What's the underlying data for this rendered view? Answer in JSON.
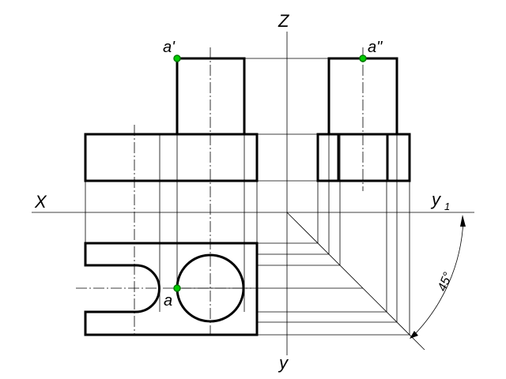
{
  "labels": {
    "axis_z": "Z",
    "axis_x": "X",
    "axis_y1": "y",
    "axis_y1_sub": "1",
    "axis_y": "y",
    "point_front": "a'",
    "point_side": "a\"",
    "point_top": "a",
    "angle": "45°"
  },
  "colors": {
    "line": "#000000",
    "point_fill": "#00cc00",
    "point_stroke": "#007a00",
    "background": "#ffffff"
  }
}
